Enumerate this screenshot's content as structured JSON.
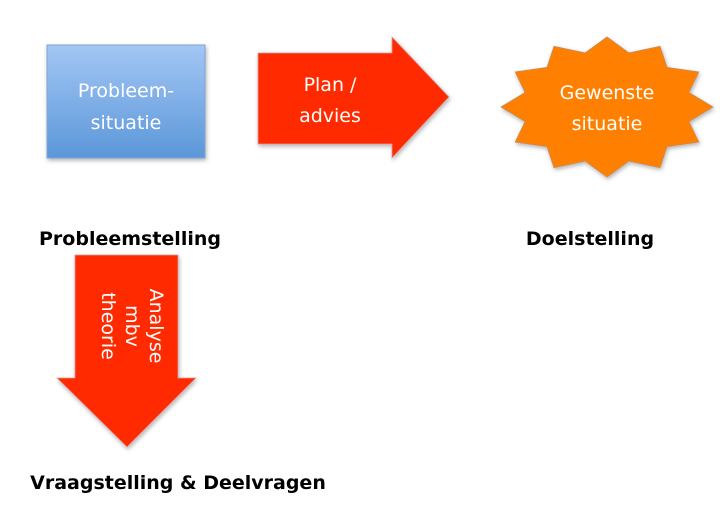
{
  "shapes": {
    "problem_box": {
      "lines": [
        "Probleem-",
        "situatie"
      ]
    },
    "plan_arrow": {
      "lines": [
        "Plan /",
        "advies"
      ]
    },
    "goal_star": {
      "lines": [
        "Gewenste",
        "situatie"
      ]
    },
    "analysis_arrow": {
      "lines": [
        "Analyse",
        "mbv",
        "theorie"
      ]
    }
  },
  "labels": {
    "probleemstelling": "Probleemstelling",
    "doelstelling": "Doelstelling",
    "vraagstelling": "Vraagstelling & Deelvragen"
  },
  "colors": {
    "blue_top": "#a3c6f4",
    "blue_bottom": "#5b97d9",
    "red": "#ff2a00",
    "orange": "#ff8000"
  }
}
